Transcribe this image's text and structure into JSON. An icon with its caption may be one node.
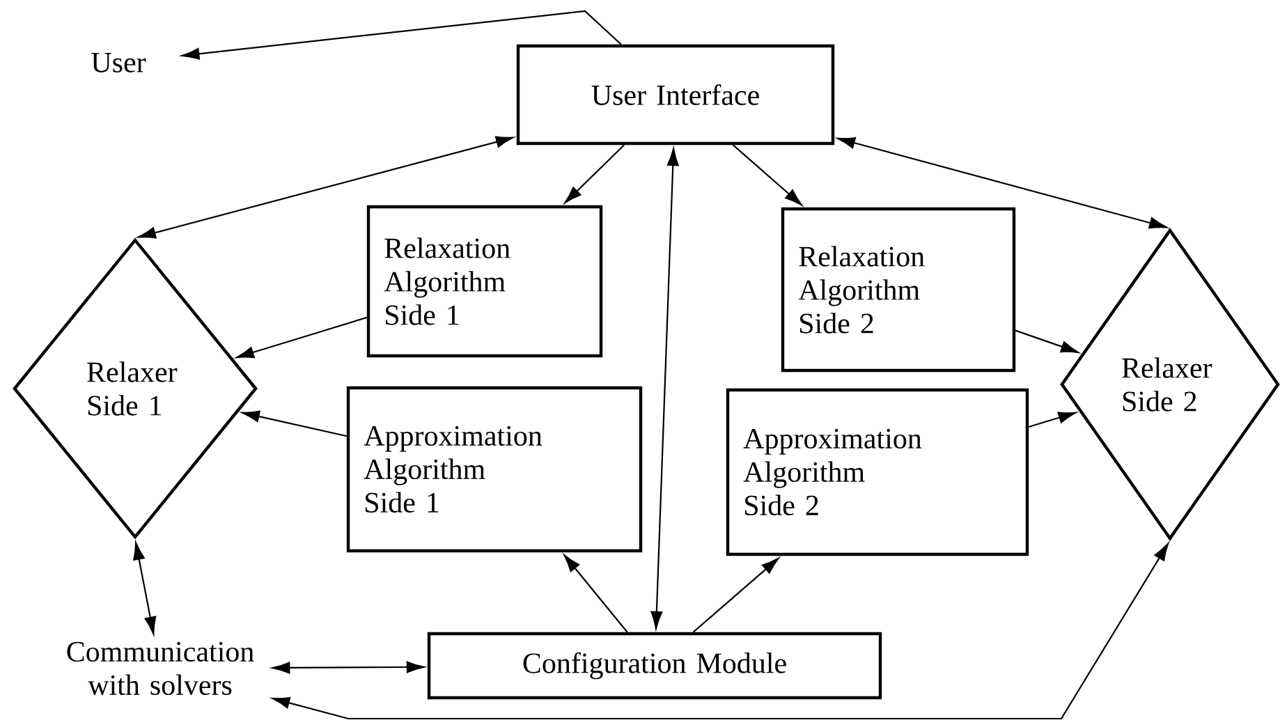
{
  "diagram": {
    "nodes": [
      {
        "text": [
          "User"
        ]
      },
      {
        "text": [
          "User Interface"
        ]
      },
      {
        "text": [
          "Relaxation Algorithm Side 1"
        ]
      },
      {
        "text": [
          "Relaxation Algorithm Side 2"
        ]
      },
      {
        "text": [
          "Relaxer Side 1"
        ]
      },
      {
        "text": [
          "Relaxer Side 2"
        ]
      },
      {
        "text": [
          "Approximation Algorithm Side 1"
        ]
      },
      {
        "text": [
          "Approximation Algorithm Side 2"
        ]
      },
      {
        "text": [
          "Configuration Module"
        ]
      },
      {
        "text": [
          "Communication with solvers"
        ]
      }
    ],
    "edges": [
      {
        "from": 1,
        "to": 0,
        "arrow": "to"
      },
      {
        "from": 1,
        "to": 4,
        "arrow": "both"
      },
      {
        "from": 1,
        "to": 5,
        "arrow": "both"
      },
      {
        "from": 1,
        "to": 2,
        "arrow": "to"
      },
      {
        "from": 1,
        "to": 3,
        "arrow": "to"
      },
      {
        "from": 1,
        "to": 8,
        "arrow": "both"
      },
      {
        "from": 2,
        "to": 4,
        "arrow": "to"
      },
      {
        "from": 3,
        "to": 5,
        "arrow": "to"
      },
      {
        "from": 6,
        "to": 4,
        "arrow": "to"
      },
      {
        "from": 7,
        "to": 5,
        "arrow": "to"
      },
      {
        "from": 8,
        "to": 6,
        "arrow": "to"
      },
      {
        "from": 8,
        "to": 7,
        "arrow": "to"
      },
      {
        "from": 4,
        "to": 9,
        "arrow": "both"
      },
      {
        "from": 8,
        "to": 9,
        "arrow": "both"
      },
      {
        "from": 5,
        "to": 9,
        "arrow": "both"
      }
    ]
  }
}
